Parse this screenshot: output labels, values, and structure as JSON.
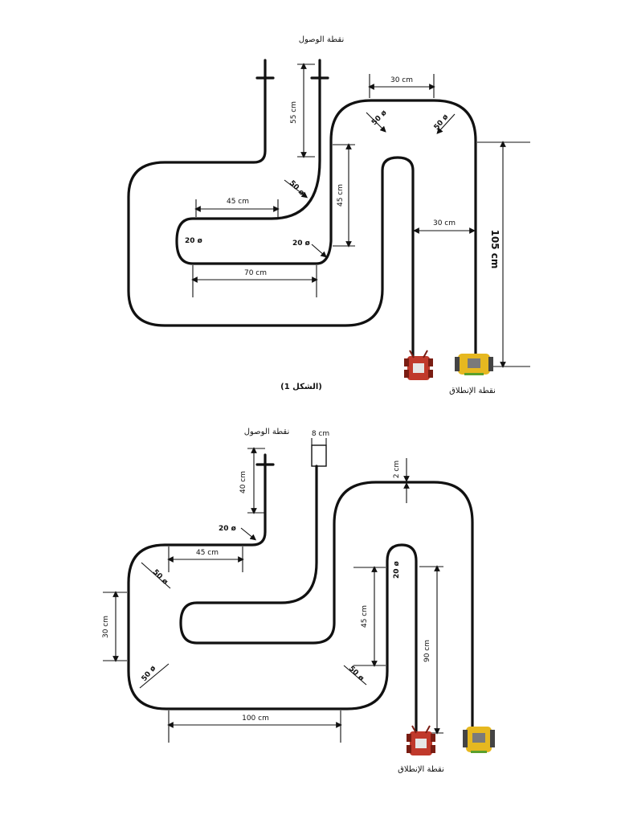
{
  "fig1": {
    "arrival": "نقطة الوصول",
    "start": "نقطة الإنطلاق",
    "caption": "(الشكل 1)",
    "labels": {
      "top_width": "30 cm",
      "r50_left": "50 ø",
      "r50_right": "50 ø",
      "len55": "55 cm",
      "r50_mid": "50 ø",
      "len45a": "45 cm",
      "len45b": "45 cm",
      "len30": "30 cm",
      "r20_left": "20 ø",
      "r20_mid": "20 ø",
      "len70": "70 cm",
      "len105": "105 cm"
    }
  },
  "fig2": {
    "arrival": "نقطة الوصول",
    "start": "نقطة الإنطلاق",
    "labels": {
      "w8": "8 cm",
      "len40": "40 cm",
      "r20_top": "20 ø",
      "len45a": "45 cm",
      "gap2": "2 cm",
      "r50_left": "50 ø",
      "r20_inner": "20 ø",
      "len30": "30 cm",
      "len45b": "45 cm",
      "len90": "90 cm",
      "r50_bottom": "50 ø",
      "r50_mid": "50 ø",
      "len100": "100 cm"
    }
  },
  "robots": {
    "red": "#c0392b",
    "yellow": "#e6b820"
  }
}
